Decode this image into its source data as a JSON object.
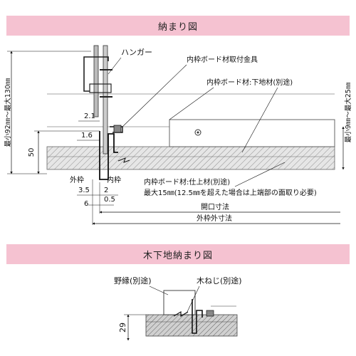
{
  "sections": {
    "main_title": "納まり図",
    "sub_title": "木下地納まり図"
  },
  "labels": {
    "hanger": "ハンガー",
    "fitting": "内枠ボード材取付金具",
    "base_board": "内枠ボード材:下地材(別途)",
    "finish_board": "内枠ボード材:仕上材(別途)",
    "finish_note": "最大15㎜(12.5㎜を超えた場合は上端部の面取り必要)",
    "outer_frame": "外枠",
    "inner_frame": "内枠",
    "opening_dim": "開口寸法",
    "outer_dim": "外枠外寸法",
    "left_range": "最小92㎜～最大130㎜",
    "right_range": "最小9㎜～最大25㎜",
    "nobuchi": "野縁(別途)",
    "wood_screw": "木ねじ(別途)"
  },
  "dims": {
    "d21": "2.1",
    "d16": "1.6",
    "d50": "50",
    "d35": "3.5",
    "d2": "2",
    "d6": "6",
    "d05": "0.5",
    "d29": "29"
  }
}
